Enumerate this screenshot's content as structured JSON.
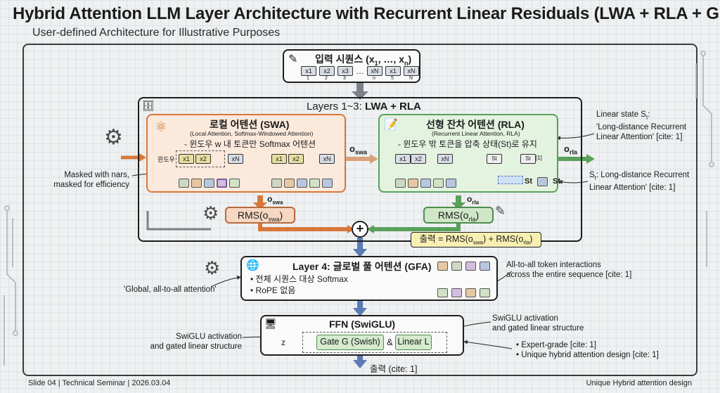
{
  "title": "Hybrid Attention LLM Layer Architecture with Recurrent Linear Residuals (LWA + RLA + GFA)",
  "subtitle": "User-defined Architecture for Illustrative Purposes",
  "input": {
    "title_prefix": "입력 시퀀스 (x",
    "title_mid": "1",
    "title_sep": ", …, x",
    "title_sub": "n",
    "title_suffix": ")",
    "tokens": [
      "x1",
      "x2",
      "x3",
      "…",
      "xN",
      "x1",
      "xN"
    ],
    "indices": [
      "1",
      "2",
      "3",
      "n",
      "5",
      "N"
    ]
  },
  "layers13": {
    "label_prefix": "Layers 1~3: ",
    "label_bold": "LWA + RLA"
  },
  "swa": {
    "title": "로컬 어텐션 (SWA)",
    "subtitle": "(Local Attention, Softmax-Windowed Attention)",
    "desc": "- 윈도우 w 내 토큰만 Softmax 어텐션",
    "window_label": "윈도우",
    "tok1": [
      "x1",
      "x2",
      "xN"
    ],
    "tok2": [
      "x1",
      "x2",
      "xN"
    ]
  },
  "rla": {
    "title": "선형 잔차 어텐션 (RLA)",
    "subtitle": "(Recurrent Linear Attention, RLA)",
    "desc": "- 윈도우 밖 토큰을 압축 상태(St)로 유지",
    "tok": [
      "x1",
      "x2",
      "xN"
    ],
    "states": [
      "St",
      "St",
      "[1]",
      "St",
      "St"
    ]
  },
  "o_swa": "o",
  "o_swa_sub": "swa",
  "o_rla": "o",
  "o_rla_sub": "rla",
  "rms_swa": "RMS(o",
  "rms_swa_sub": "swa",
  "rms_rla": "RMS(o",
  "rms_rla_sub": "rla",
  "output_formula": {
    "prefix": "출력 = RMS(o",
    "sub1": "swa",
    "mid": ") + RMS(o",
    "sub2": "rla",
    "suffix": ")"
  },
  "gfa": {
    "title": "Layer 4: 글로벌 풀 어텐션 (GFA)",
    "bullet1": "전체 시퀀스 대상 Softmax",
    "bullet2": "RoPE 없음"
  },
  "ffn": {
    "title": "FFN (SwiGLU)",
    "z": "z",
    "gate": "Gate G (Swish)",
    "amp": "&",
    "linear": "Linear L"
  },
  "final_output": "출력 (cite: 1]",
  "annotations": {
    "linear_state_1": "Linear state S",
    "linear_state_1_sub": "t",
    "linear_state_2": "'Long-distance Recurrent",
    "linear_state_3": "Linear Attention' [cite: 1]",
    "st_note_1": "S",
    "st_note_1_sub": "t",
    "st_note_1b": ": Long-distance Recurrent",
    "st_note_2": "Linear Attention' [cite: 1]",
    "masked_1": "Masked with nars,",
    "masked_2": "masked for efficiency",
    "global_note": "'Global, all-to-all attention'",
    "all_to_all_1": "All-to-all token interactions",
    "all_to_all_2": "across the entire sequence [cite: 1]",
    "swiglu_right_1": "SwiGLU activation",
    "swiglu_right_2": "and gated linear structure",
    "swiglu_left_1": "SwiGLU activation",
    "swiglu_left_2": "and gated linear structure",
    "expert_1": "• Expert-grade [cite: 1]",
    "expert_2": "• Unique hybrid attention design [cite: 1]"
  },
  "footer": {
    "left": "Slide 04  |  Technical Seminar  |  2026.03.04",
    "right": "Unique Hybrid attention design"
  },
  "colors": {
    "swa_border": "#d9773a",
    "swa_fill": "#fbe9dc",
    "rla_border": "#5aa05a",
    "rla_fill": "#e4f2e0",
    "arrow_gray": "#7c8189",
    "arrow_blue": "#5b7bb5",
    "arrow_orange": "#d9773a",
    "arrow_green": "#5aa05a",
    "formula_fill": "#f7f0b2"
  }
}
